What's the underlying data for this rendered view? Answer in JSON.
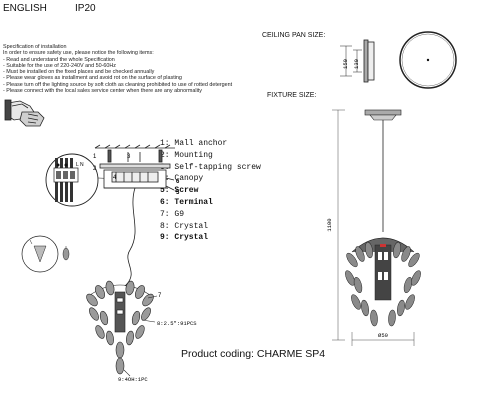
{
  "header": {
    "language": "ENGLISH",
    "ip_rating": "IP20",
    "ceiling_pan_size": "CEILING PAN  SIZE:",
    "fixture_size": "FIXTURE SIZE:"
  },
  "specification": {
    "lines": [
      "Specification of installation",
      "In order to ensure safety use, please notice the following items:",
      "- Read and understand the whole Specification",
      "- Suitable for the use of 220-240V and 50-60Hz",
      "- Must be installed on the fixed places and be checked annually",
      "- Please wear gloves as installment and avoid rot on the surface of plasting",
      "- Please turn off the lighting source by soft cloth as cleaning prohibited to use of rotted detergent",
      "- Please connect with the local sales service center when there are any abnormality"
    ]
  },
  "parts": [
    {
      "label": "1: Mall anchor",
      "bold": false
    },
    {
      "label": "2: Mounting",
      "bold": false
    },
    {
      "label": "3: Self-tapping screw",
      "bold": false
    },
    {
      "label": "4: Canopy",
      "bold": false
    },
    {
      "label": "5: Screw",
      "bold": true
    },
    {
      "label": "6: Terminal",
      "bold": true
    },
    {
      "label": "7: G9",
      "bold": false
    },
    {
      "label": "8: Crystal",
      "bold": false
    },
    {
      "label": "9: Crystal",
      "bold": true
    }
  ],
  "diagram_labels": {
    "n1": "1",
    "n2": "2",
    "n3": "3",
    "n4": "4",
    "n5": "5",
    "n6": "6",
    "n7": "7",
    "crystal_count_8": "8:2.5\":91PCS",
    "crystal_count_9": "9:4OH:1PC",
    "terminal_letters": "L  N"
  },
  "dimensions": {
    "pan_height_outer": "150",
    "pan_height_inner": "130",
    "fixture_height": "1100",
    "fixture_width": "Ø50"
  },
  "footer": {
    "product_coding": "Product coding: CHARME SP4"
  }
}
